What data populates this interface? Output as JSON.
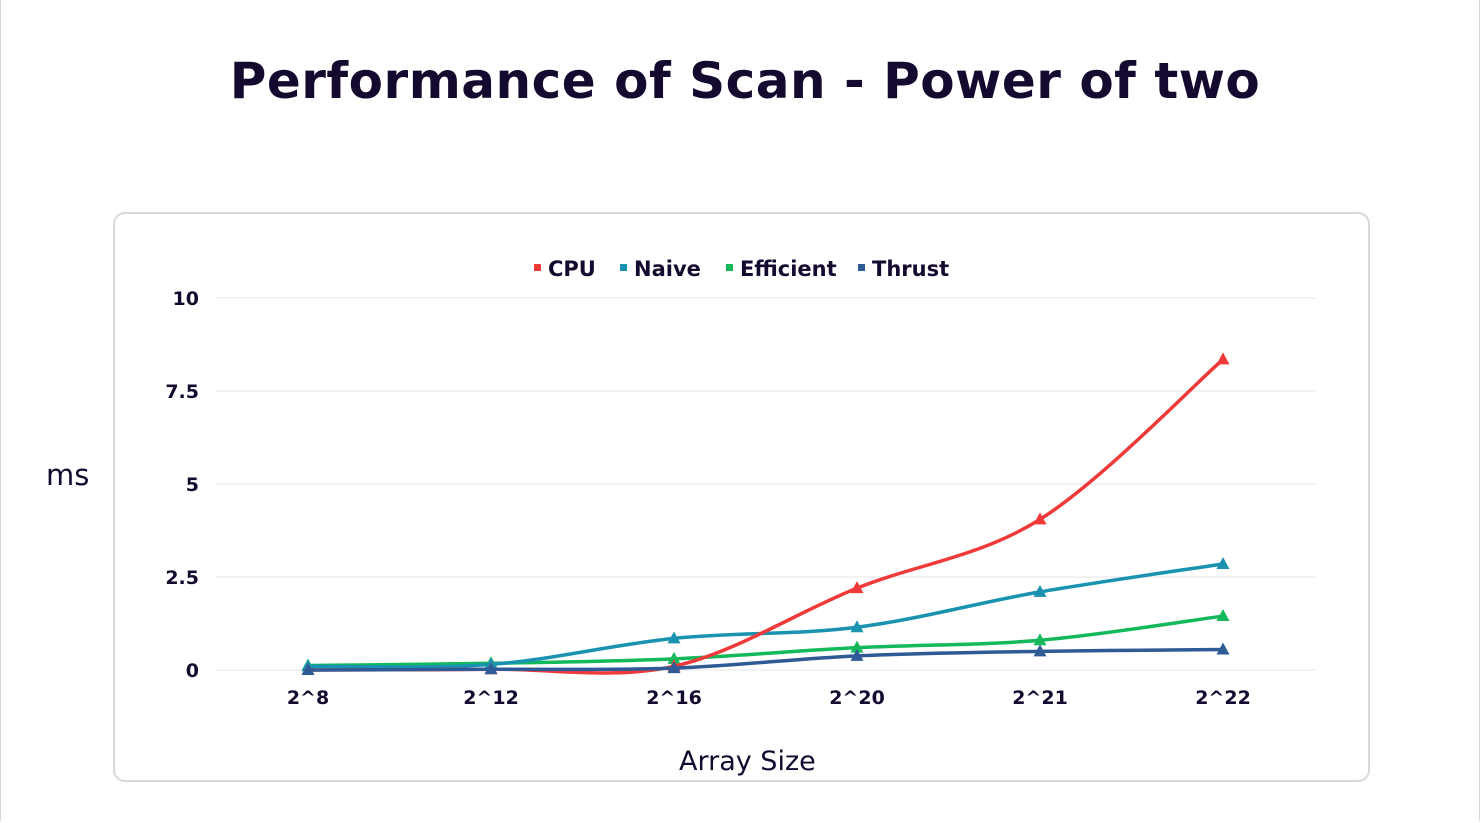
{
  "chart_data": {
    "type": "line",
    "title": "Performance of Scan - Power of two",
    "xlabel": "Array Size",
    "ylabel": "ms",
    "categories": [
      "2^8",
      "2^12",
      "2^16",
      "2^20",
      "2^21",
      "2^22"
    ],
    "ylim": [
      0,
      10
    ],
    "yticks": [
      "0",
      "2.5",
      "5",
      "7.5",
      "10"
    ],
    "ytick_values": [
      0,
      2.5,
      5,
      7.5,
      10
    ],
    "grid": true,
    "legend_position": "top",
    "smooth": true,
    "marker": "triangle",
    "series": [
      {
        "name": "CPU",
        "color": "#f03a3a",
        "values": [
          0.0,
          0.02,
          0.1,
          2.2,
          4.05,
          8.35
        ]
      },
      {
        "name": "Naive",
        "color": "#1a93b0",
        "values": [
          0.1,
          0.15,
          0.85,
          1.15,
          2.1,
          2.85
        ]
      },
      {
        "name": "Efficient",
        "color": "#12b85a",
        "values": [
          0.12,
          0.18,
          0.3,
          0.6,
          0.8,
          1.45
        ]
      },
      {
        "name": "Thrust",
        "color": "#2e5a96",
        "values": [
          0.0,
          0.02,
          0.05,
          0.38,
          0.5,
          0.55
        ]
      }
    ]
  }
}
